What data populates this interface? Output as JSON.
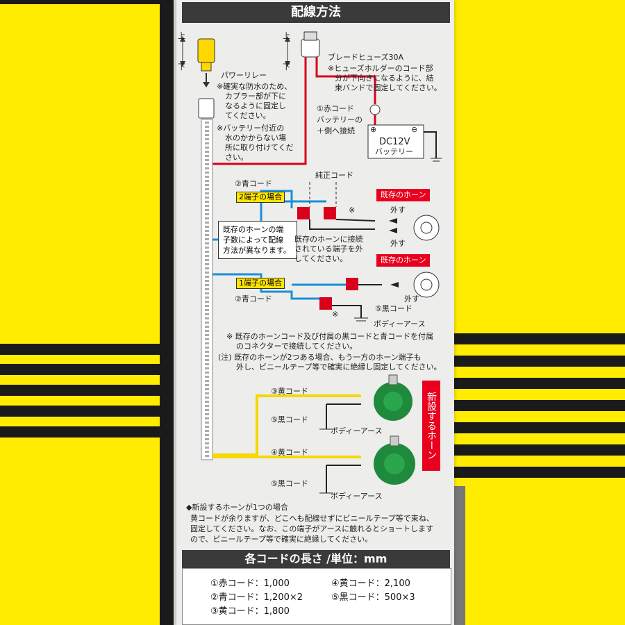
{
  "title": "配線方法",
  "relay": {
    "up": "上",
    "down": "下",
    "name": "パワーリレー",
    "note1": [
      "※確実な防水のため、",
      "カプラー部が下に",
      "なるように固定し",
      "てください。"
    ],
    "note2": [
      "※バッテリー付近の",
      "水のかからない場",
      "所に取り付けてくだ",
      "さい。"
    ]
  },
  "fuse": {
    "up": "上",
    "down": "下",
    "name": "ブレードヒューズ30A",
    "note": [
      "※ヒューズホルダーのコード部",
      "分が下向きになるように、結",
      "束バンドで固定してください。"
    ]
  },
  "red_cord": [
    "①赤コード",
    "バッテリーの",
    "＋側へ接続"
  ],
  "battery": {
    "plus": "⊕",
    "minus": "⊖",
    "line1": "DC12V",
    "line2": "バッテリー"
  },
  "blue_top": "②青コード",
  "genuine": "純正コード",
  "two_terminal": "2端子の場合",
  "one_terminal": "1端子の場合",
  "existing_horn_1": "既存のホーン",
  "existing_horn_2": "既存のホーン",
  "remove": "外す",
  "remove2": "外す",
  "remove3": "外す",
  "asterisk": "※",
  "info_box": [
    "既存のホーンの端",
    "子数によって配線",
    "方法が異なります。"
  ],
  "connected_note": [
    "既存のホーンに接続",
    "されている端子を外",
    "してください。"
  ],
  "blue_bottom": "②青コード",
  "black_cord": "⑤黒コード",
  "body_earth": "ボディーアース",
  "notes": [
    "※ 既存のホーンコード及び付属の黒コードと青コードを付属",
    "のコネクターで接続してください。",
    "(注) 既存のホーンが2つある場合、もう一方のホーン端子も",
    "外し、ビニールテープ等で確実に絶縁し固定してください。"
  ],
  "new_horn_tag": "新設するホーン",
  "yellow3": "③黄コード",
  "black5a": "⑤黒コード",
  "earth_a": "ボディーアース",
  "yellow4": "④黄コード",
  "black5b": "⑤黒コード",
  "earth_b": "ボディーアース",
  "single_horn": [
    "◆新設するホーンが1つの場合",
    "黄コードが余りますが、どこへも配線せずにビニールテープ等で束ね、",
    "固定してください。なお、この端子がアースに触れるとショートします",
    "ので、ビニールテープ等で確実に絶縁してください。"
  ],
  "lengths_title": "各コードの長さ /単位：mm",
  "lengths": [
    "①赤コード：1,000",
    "④黄コード：2,100",
    "②青コード：1,200×2",
    "⑤黒コード：500×3",
    "③黄コード：1,800"
  ],
  "colors": {
    "red": "#d9001b",
    "blue": "#1a8fd8",
    "yellow": "#f5d800",
    "black": "#222222",
    "green": "#1f8a3c"
  }
}
